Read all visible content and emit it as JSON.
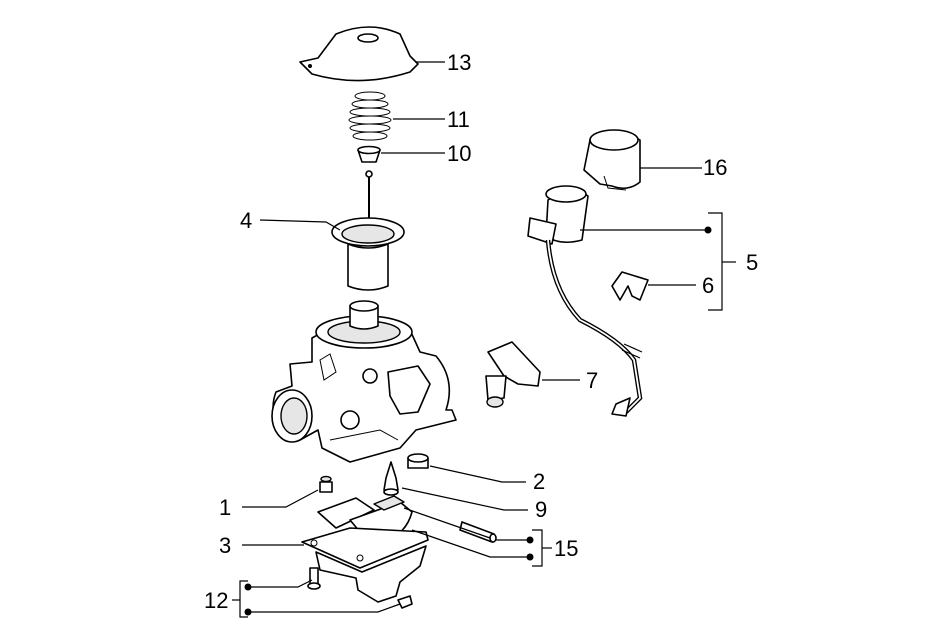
{
  "diagram": {
    "title": "Carburetor exploded view",
    "line_color": "#000000",
    "background": "#ffffff",
    "labels": {
      "p1": "1",
      "p2": "2",
      "p3": "3",
      "p4": "4",
      "p5": "5",
      "p6": "6",
      "p7": "7",
      "p9": "9",
      "p10": "10",
      "p11": "11",
      "p12": "12",
      "p13": "13",
      "p15": "15",
      "p16": "16"
    }
  }
}
